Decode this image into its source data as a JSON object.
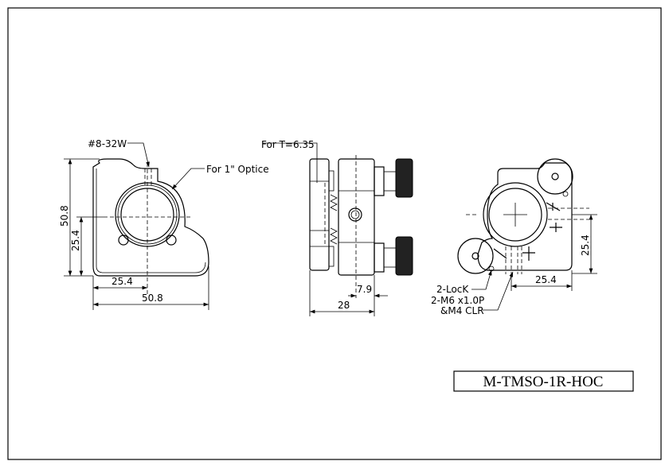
{
  "front_view": {
    "thread_label": "#8-32W",
    "optic_label": "For 1\" Optice",
    "dim_height": "50.8",
    "dim_center_height": "25.4",
    "dim_center_width": "25.4",
    "dim_width": "50.8"
  },
  "side_view": {
    "thickness_label": "For T=6.35",
    "dim_offset": "7.9",
    "dim_depth": "28"
  },
  "rear_view": {
    "lock_label": "2-LocK",
    "mount_label_line1": "2-M6 x1.0P",
    "mount_label_line2": "&M4 CLR",
    "dim_height": "25.4",
    "dim_width": "25.4"
  },
  "part_number": "M-TMSO-1R-HOC"
}
